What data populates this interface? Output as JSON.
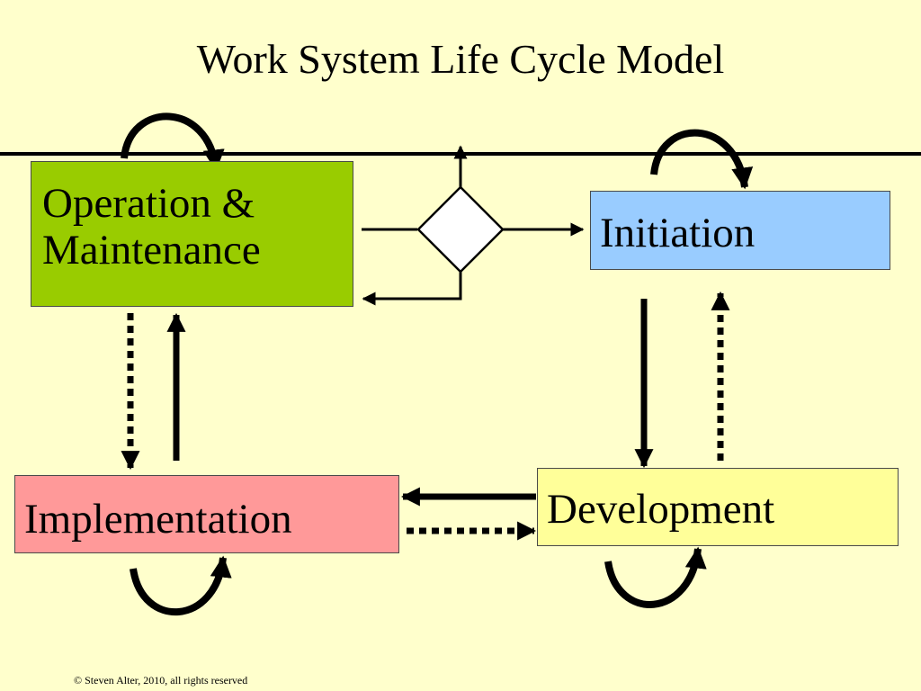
{
  "title": "Work System Life Cycle Model",
  "phases": {
    "operation_maintenance": {
      "line1": "Operation &",
      "line2": "Maintenance",
      "color": "#99cc00"
    },
    "initiation": {
      "label": "Initiation",
      "color": "#99ccff"
    },
    "implementation": {
      "label": "Implementation",
      "color": "#ff9999"
    },
    "development": {
      "label": "Development",
      "color": "#ffff99"
    }
  },
  "background_color": "#ffffcc",
  "copyright": "© Steven Alter, 2010, all rights reserved"
}
